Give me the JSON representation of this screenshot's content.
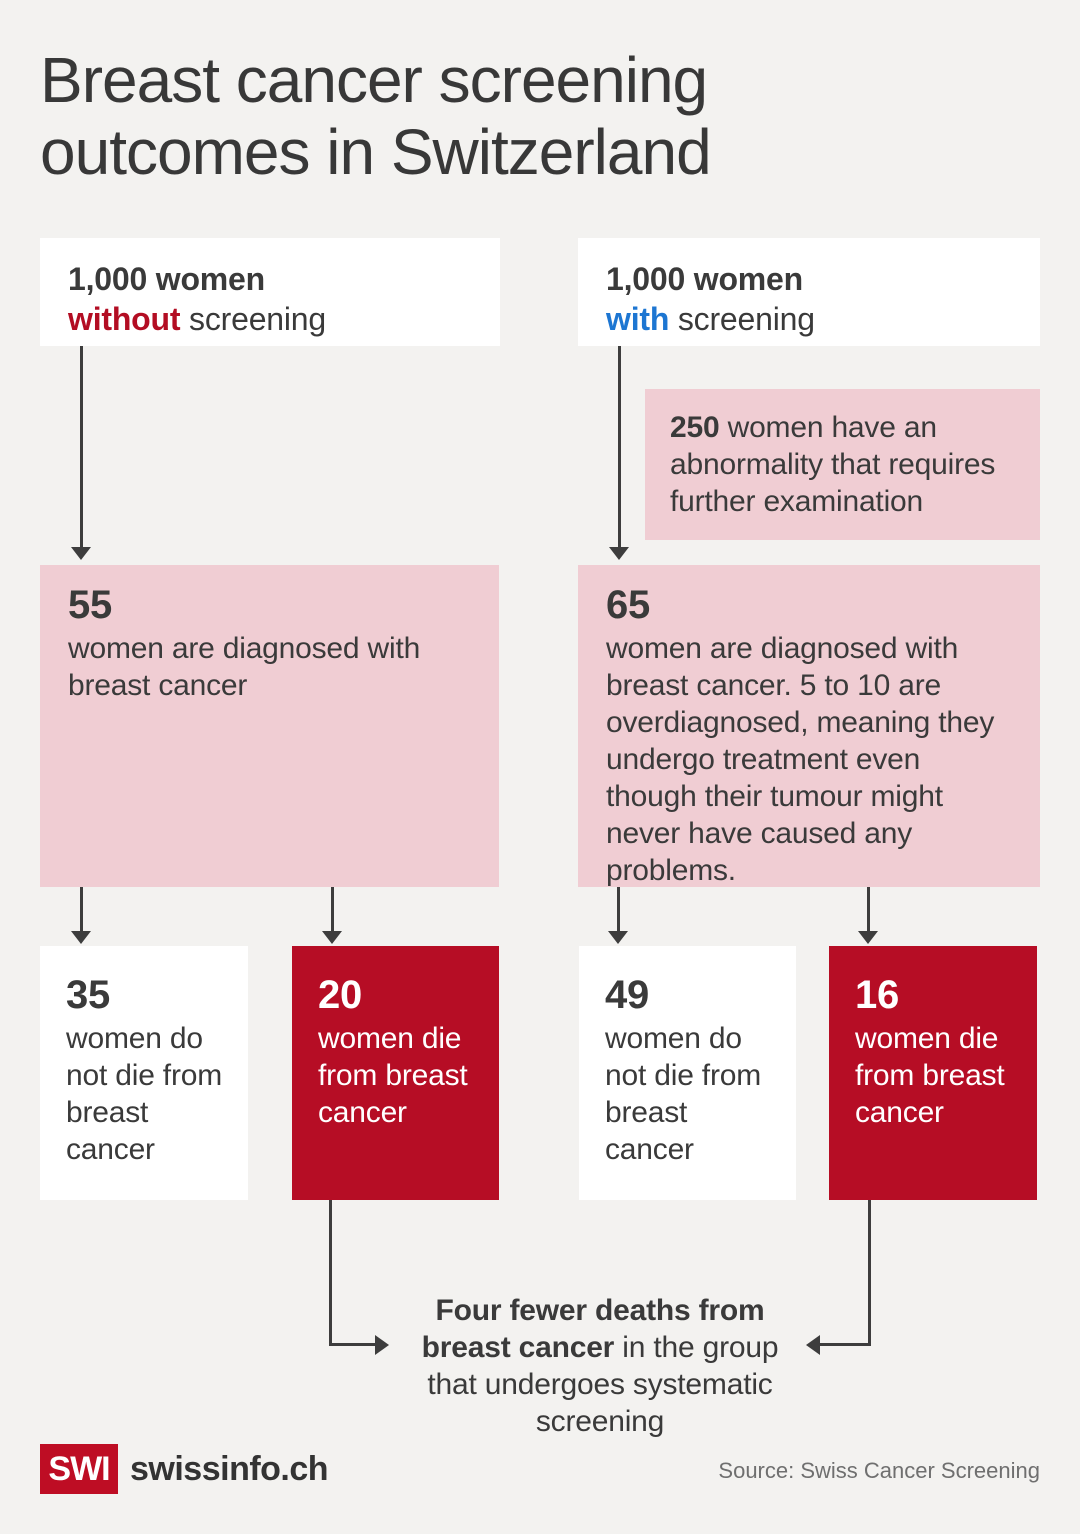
{
  "title": "Breast cancer screening outcomes in Switzerland",
  "colors": {
    "background": "#f3f2f0",
    "white_box": "#ffffff",
    "pink_box": "#f0cdd3",
    "red_box": "#b60d25",
    "red_text": "#b30d23",
    "blue_text": "#1d76d2",
    "dark_text": "#3a3a3a",
    "arrow": "#3d3d3d",
    "logo_red": "#be0d24"
  },
  "left_column": {
    "header": {
      "line1": "1,000 women",
      "highlight": "without",
      "rest": " screening"
    },
    "diagnosed": {
      "number": "55",
      "text": "women are diagnosed with breast cancer"
    },
    "not_die": {
      "number": "35",
      "text": "women do not die from breast cancer"
    },
    "die": {
      "number": "20",
      "text": "women die from breast cancer"
    }
  },
  "right_column": {
    "header": {
      "line1": "1,000 women",
      "highlight": "with",
      "rest": " screening"
    },
    "abnormality": {
      "number": "250",
      "text": " women have an abnormality that requires further examination"
    },
    "diagnosed": {
      "number": "65",
      "text": "women are diagnosed with breast cancer. 5 to 10 are overdiagnosed, meaning they undergo treatment even though their tumour might never have caused any problems."
    },
    "not_die": {
      "number": "49",
      "text": "women do not die from breast cancer"
    },
    "die": {
      "number": "16",
      "text": "women die from breast cancer"
    }
  },
  "conclusion": {
    "bold": "Four fewer deaths from breast cancer",
    "rest": " in the group that undergoes systematic screening"
  },
  "footer": {
    "logo": "SWI",
    "brand": "swissinfo.ch",
    "source": "Source: Swiss Cancer Screening"
  },
  "chart_data": {
    "type": "table",
    "title": "Breast cancer screening outcomes in Switzerland",
    "categories": [
      "women total",
      "abnormality requiring further examination",
      "diagnosed with breast cancer",
      "overdiagnosed",
      "do not die from breast cancer",
      "die from breast cancer"
    ],
    "series": [
      {
        "name": "without screening",
        "values": [
          1000,
          null,
          55,
          null,
          35,
          20
        ]
      },
      {
        "name": "with screening",
        "values": [
          1000,
          250,
          65,
          "5 to 10",
          49,
          16
        ]
      }
    ],
    "annotation": "Four fewer deaths from breast cancer in the group that undergoes systematic screening",
    "source": "Source: Swiss Cancer Screening"
  }
}
